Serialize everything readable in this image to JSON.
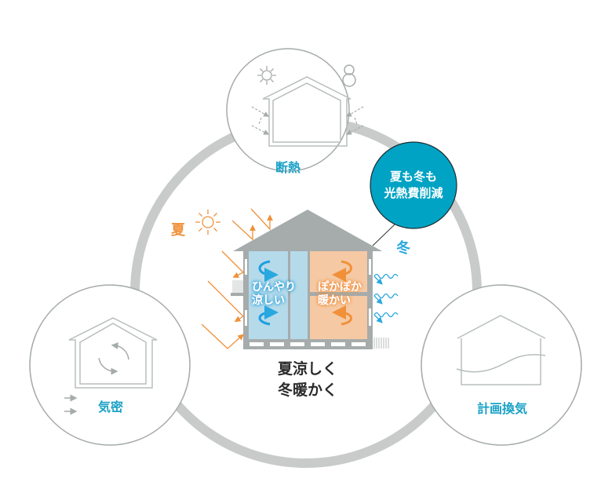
{
  "colors": {
    "accent_teal": "#00a3c4",
    "summer": "#f0913a",
    "winter": "#29a8e0",
    "ring": "#c9cbcb",
    "house_gray": "#a6abab"
  },
  "features": {
    "insulation": "断熱",
    "airtight": "気密",
    "ventilation": "計画換気"
  },
  "badge": {
    "line1": "夏も冬も",
    "line2": "光熱費削減"
  },
  "season": {
    "summer": "夏",
    "winter": "冬"
  },
  "rooms": {
    "cool_line1": "ひんやり",
    "cool_line2": "涼しい",
    "warm_line1": "ぽかぽか",
    "warm_line2": "暖かい"
  },
  "caption": {
    "line1": "夏涼しく",
    "line2": "冬暖かく"
  },
  "icons": [
    "sun-icon",
    "snowman-icon",
    "cycle-arrows-icon",
    "wave-icon"
  ]
}
